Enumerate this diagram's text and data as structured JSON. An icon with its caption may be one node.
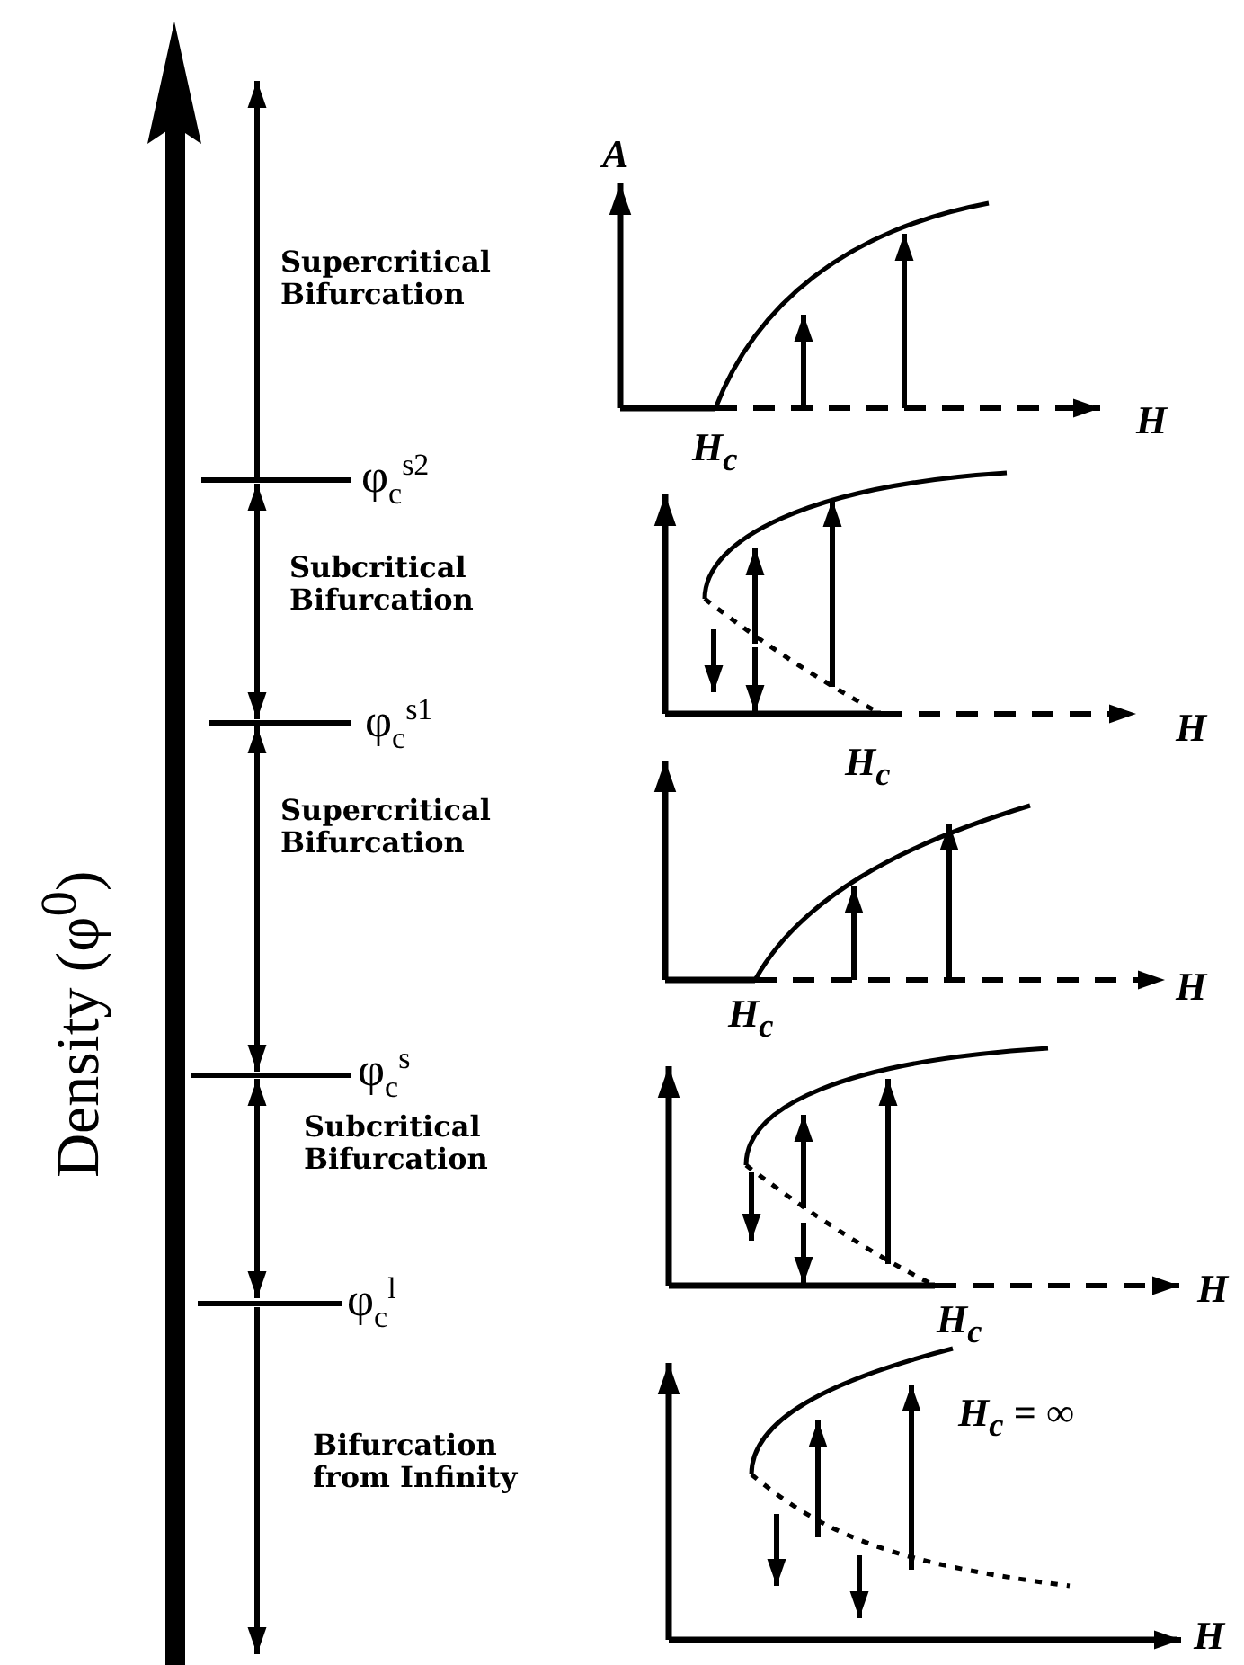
{
  "diagram": {
    "labels": [
      "Density (φ$^{0}$)",
      "A",
      "Supercritical Bifurcation",
      "H",
      "H$_{c}$",
      "φ$_{c}$$^{s2}$",
      "Subcritical Bifurcation",
      "φ$_{c}$$^{s1}$",
      "H",
      "H$_{c}$",
      "Supercritical Bifurcation",
      "H",
      "φ$_{c}$$^{s}$",
      "H$_{c}$",
      "Subcritical Bifurcation",
      "H",
      "φ$_{c}$$^{l}$",
      "H$_{c}$",
      "Bifurcation from Infinity",
      "H$_{c}$ = ∞",
      "H"
    ]
  }
}
